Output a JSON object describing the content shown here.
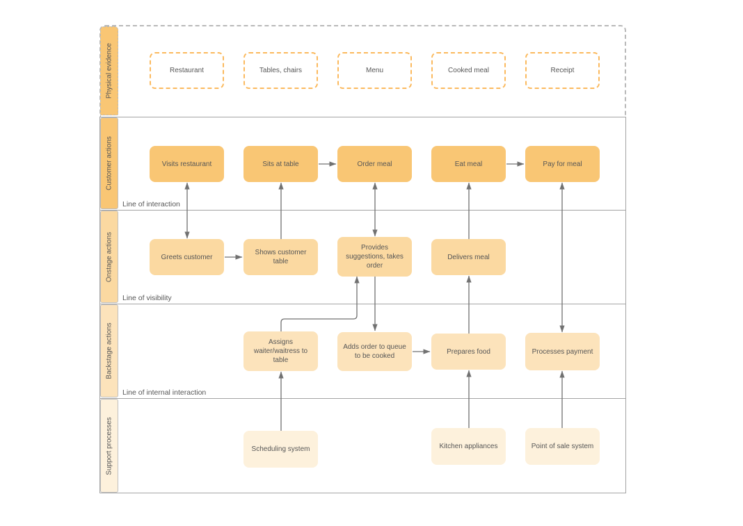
{
  "colors": {
    "lane_physical": "#f9c674",
    "lane_customer": "#f9c674",
    "lane_onstage": "#fbd9a1",
    "lane_backstage": "#fce3bb",
    "lane_support": "#fdf1dc",
    "node_customer": "#f9c674",
    "node_onstage": "#fbd9a1",
    "node_backstage": "#fce3bb",
    "node_support": "#fdf1dc",
    "evidence_border": "#fbb95d",
    "connector": "#717171",
    "frame": "#a3a3a3",
    "text": "#565656"
  },
  "lanes": [
    {
      "label": "Physical evidence",
      "boxes": [
        "Restaurant",
        "Tables, chairs",
        "Menu",
        "Cooked meal",
        "Receipt"
      ]
    },
    {
      "label": "Customer actions",
      "boxes": [
        "Visits restaurant",
        "Sits at table",
        "Order meal",
        "Eat meal",
        "Pay for meal"
      ],
      "boundary": "Line of interaction"
    },
    {
      "label": "Onstage actions",
      "boxes": [
        "Greets customer",
        "Shows customer table",
        "Provides suggestions, takes order",
        "Delivers meal"
      ],
      "boundary": "Line of visibility"
    },
    {
      "label": "Backstage actions",
      "boxes": [
        "Assigns waiter/waitress to table",
        "Adds order to queue to be cooked",
        "Prepares food",
        "Processes payment"
      ],
      "boundary": "Line of internal interaction"
    },
    {
      "label": "Support processes",
      "boxes": [
        "Scheduling system",
        "Kitchen appliances",
        "Point of sale system"
      ]
    }
  ]
}
